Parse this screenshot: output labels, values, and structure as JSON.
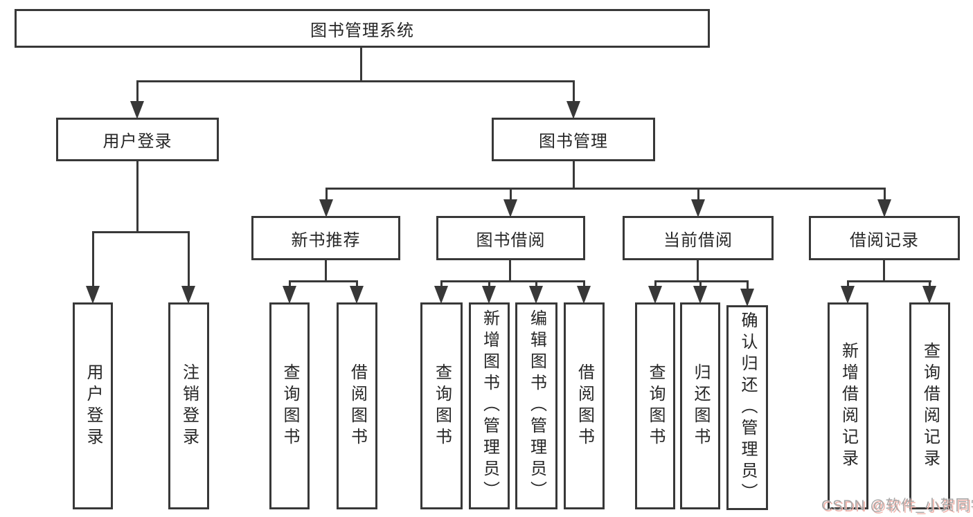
{
  "diagram": {
    "title": "图书管理系统",
    "root": "图书管理系统",
    "user_login": "用户登录",
    "book_mgmt": "图书管理",
    "new_book_rec": "新书推荐",
    "book_borrow": "图书借阅",
    "current_borrow": "当前借阅",
    "borrow_records": "借阅记录",
    "leaf_user_login": "用户登录",
    "leaf_logout": "注销登录",
    "leaf_nb_query": "查询图书",
    "leaf_nb_borrow": "借阅图书",
    "leaf_bb_query": "查询图书",
    "leaf_bb_add": "新增图书（管理员）",
    "leaf_bb_edit": "编辑图书（管理员）",
    "leaf_bb_borrow": "借阅图书",
    "leaf_cb_query": "查询图书",
    "leaf_cb_return": "归还图书",
    "leaf_cb_confirm": "确认归还（管理员）",
    "leaf_br_add": "新增借阅记录",
    "leaf_br_query": "查询借阅记录"
  },
  "watermark": "CSDN @软件_小贺同学",
  "colors": {
    "box_border": "#383838",
    "connector_line": "#383838",
    "label_text": "#262626",
    "background": "#ffffff",
    "watermark_text": "#a6a6a6",
    "watermark_shadow": "#f0b4ac"
  }
}
